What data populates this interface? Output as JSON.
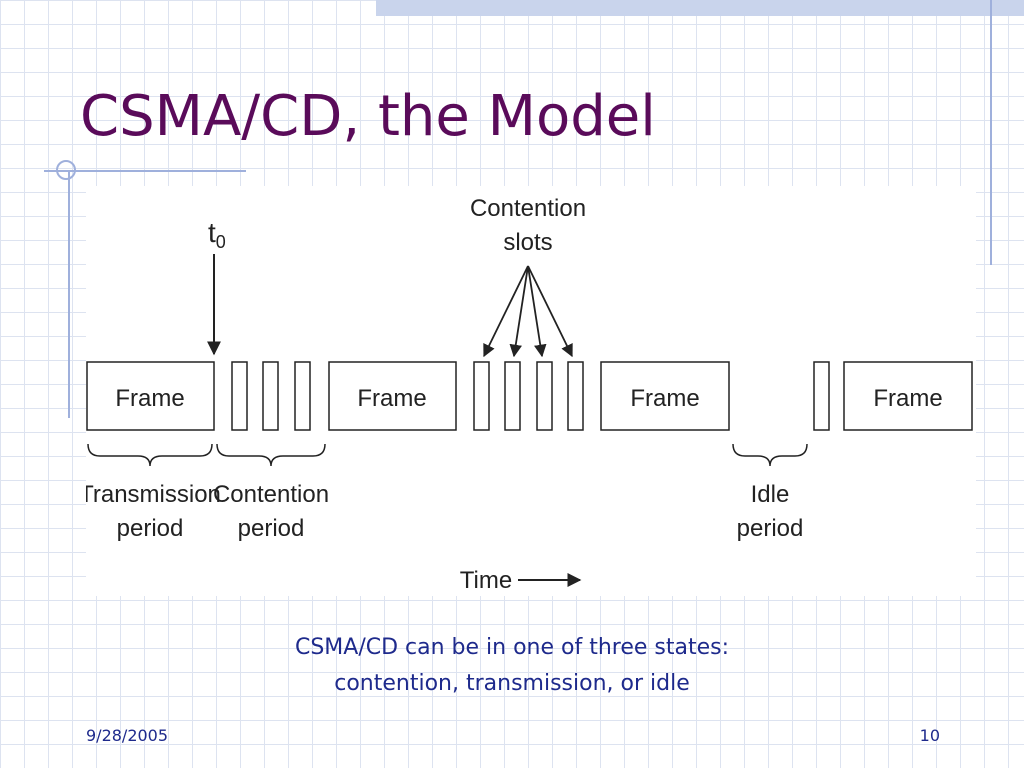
{
  "slide": {
    "title": "CSMA/CD, the Model",
    "caption_line1": "CSMA/CD can be in one of three states:",
    "caption_line2": "contention, transmission, or idle",
    "date": "9/28/2005",
    "page_number": "10"
  },
  "diagram": {
    "frame_label": "Frame",
    "t0_main": "t",
    "t0_sub": "0",
    "contention_slots_line1": "Contention",
    "contention_slots_line2": "slots",
    "transmission_period_line1": "Transmission",
    "transmission_period_line2": "period",
    "contention_period_line1": "Contention",
    "contention_period_line2": "period",
    "idle_period_line1": "Idle",
    "idle_period_line2": "period",
    "time_label": "Time"
  }
}
